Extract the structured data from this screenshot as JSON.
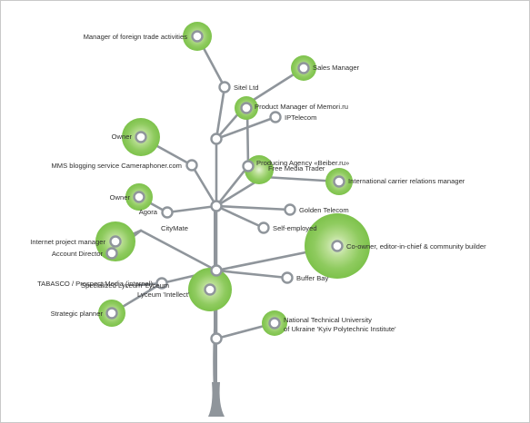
{
  "colors": {
    "branch": "#8f959b",
    "node_stroke": "#8f959b",
    "node_fill": "#ffffff",
    "halo": "#7dc24b",
    "text": "#2f2f2f",
    "border": "#c9c9c9"
  },
  "tree": {
    "labels": {
      "manager_foreign_trade": "Manager of foreign trade activities",
      "sales_manager": "Sales Manager",
      "sitel": "Sitel Ltd",
      "product_manager_memori": "Product Manager of Memori.ru",
      "iptelecom": "IPTelecom",
      "owner_top": "Owner",
      "mms_blogging": "MMS blogging service Cameraphoner.com",
      "producing_agency": "Producing Agency «Beiber.ru»",
      "free_media": "Free Media Trader",
      "intl_carrier": "International carrier relations manager",
      "owner_mid": "Owner",
      "agora": "Agora",
      "golden_telecom": "Golden Telecom",
      "citymate": "CityMate",
      "self_employed": "Self-employed",
      "internet_pm": "Internet project manager",
      "account_director": "Account Director",
      "co_owner": "Co-owner, editor-in-chief & community builder",
      "buffer_bay": "Buffer Bay",
      "tabasco": "TABASCO / Prospect Media (internal)",
      "lyceum_1": "Specialized Lyceum 'Lyceum",
      "lyceum_2": "Lyceum 'Intellect'",
      "strategic_planner": "Strategic planner",
      "ntu_1": "National Technical University",
      "ntu_2": "of Ukraine 'Kyiv Polytechnic Institute'"
    }
  }
}
